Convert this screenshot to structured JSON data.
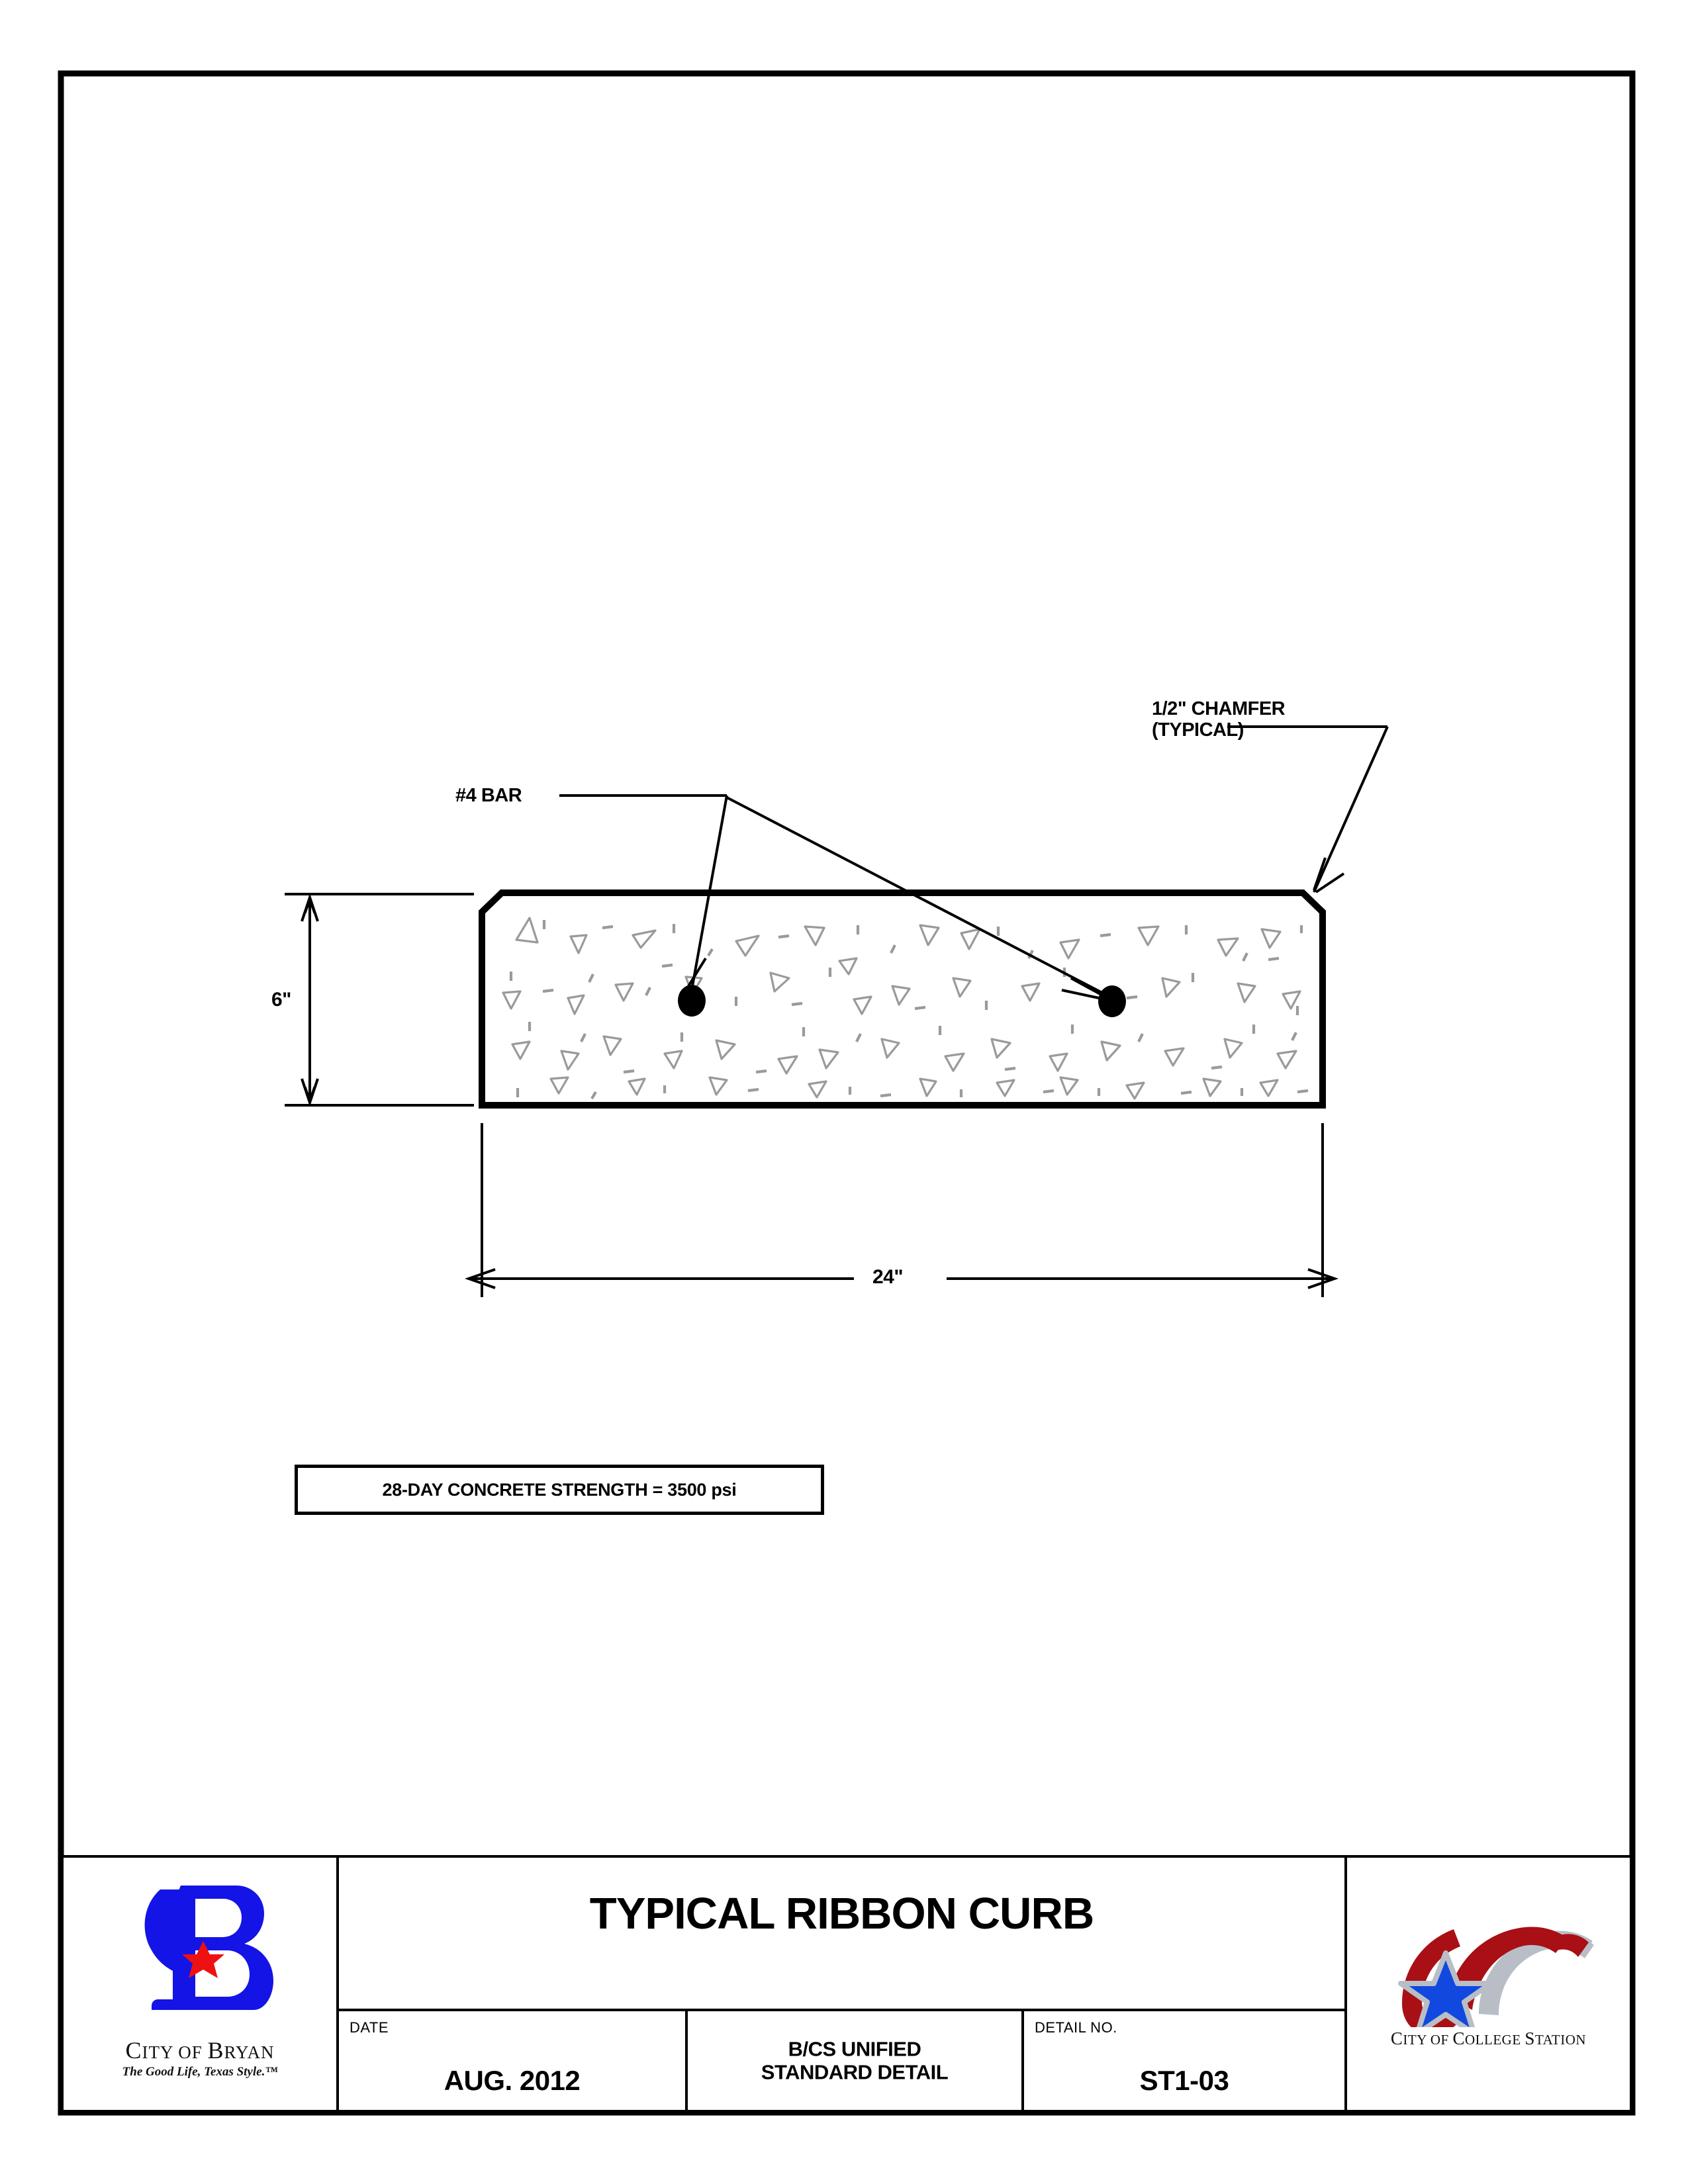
{
  "sheet": {
    "border_color": "#000000",
    "background": "#ffffff"
  },
  "drawing": {
    "labels": {
      "chamfer_line1": "1/2\" CHAMFER",
      "chamfer_line2": "(TYPICAL)",
      "rebar": "#4 BAR",
      "height_dim": "6\"",
      "width_dim": "24\""
    },
    "note": {
      "text": "28-DAY CONCRETE STRENGTH = 3500 psi"
    },
    "geometry": {
      "curb_width_in": 24,
      "curb_height_in": 6,
      "chamfer_in": 0.5,
      "rebar_size": "#4",
      "rebar_count": 2,
      "concrete_strength_psi": 3500
    }
  },
  "titleblock": {
    "title": "TYPICAL RIBBON CURB",
    "date_caption": "DATE",
    "date_value": "AUG. 2012",
    "standard_line1": "B/CS UNIFIED",
    "standard_line2": "STANDARD DETAIL",
    "detail_caption": "DETAIL NO.",
    "detail_value": "ST1-03",
    "bryan": {
      "name_big": "C",
      "name_rest1": "ITY OF ",
      "name_big2": "B",
      "name_rest2": "RYAN",
      "tagline": "The Good Life, Texas Style.™",
      "logo_blue": "#1414E6",
      "logo_red": "#EE1111"
    },
    "college_station": {
      "name_big": "C",
      "name_rest1": "ITY OF ",
      "name_big2": "C",
      "name_rest2": "OLLEGE ",
      "name_big3": "S",
      "name_rest3": "TATION",
      "logo_red": "#A81015",
      "logo_gray": "#B9BEC6",
      "logo_blue": "#1148E0"
    }
  },
  "colors": {
    "hatch_gray": "#9a9a9a",
    "line_black": "#000000",
    "rebar_black": "#000000"
  }
}
